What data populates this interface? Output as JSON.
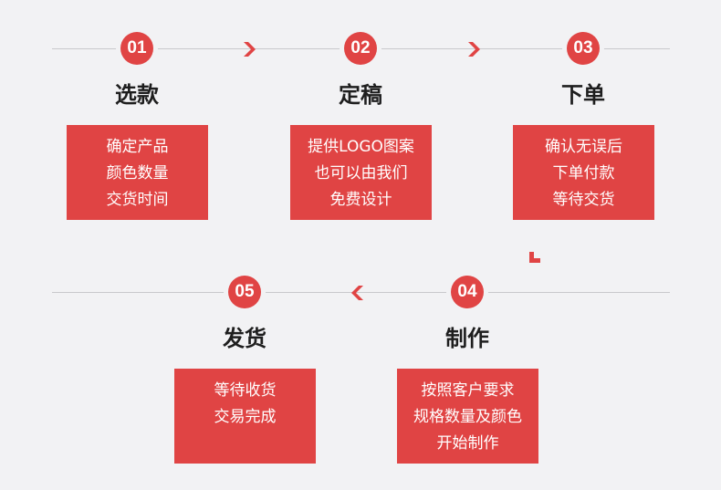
{
  "steps": [
    {
      "num": "01",
      "title": "选款",
      "lines": [
        "确定产品",
        "颜色数量",
        "交货时间"
      ]
    },
    {
      "num": "02",
      "title": "定稿",
      "lines": [
        "提供LOGO图案",
        "也可以由我们",
        "免费设计"
      ]
    },
    {
      "num": "03",
      "title": "下单",
      "lines": [
        "确认无误后",
        "下单付款",
        "等待交货"
      ]
    },
    {
      "num": "04",
      "title": "制作",
      "lines": [
        "按照客户要求",
        "规格数量及颜色",
        "开始制作"
      ]
    },
    {
      "num": "05",
      "title": "发货",
      "lines": [
        "等待收货",
        "交易完成"
      ]
    }
  ],
  "colors": {
    "accent": "#e04444",
    "line": "#c8c8cc",
    "background": "#f2f2f4",
    "title": "#1e1e1e"
  },
  "icons": [
    "arrow-right-icon",
    "arrow-right-icon",
    "arrow-down-left-icon",
    "arrow-left-icon"
  ]
}
